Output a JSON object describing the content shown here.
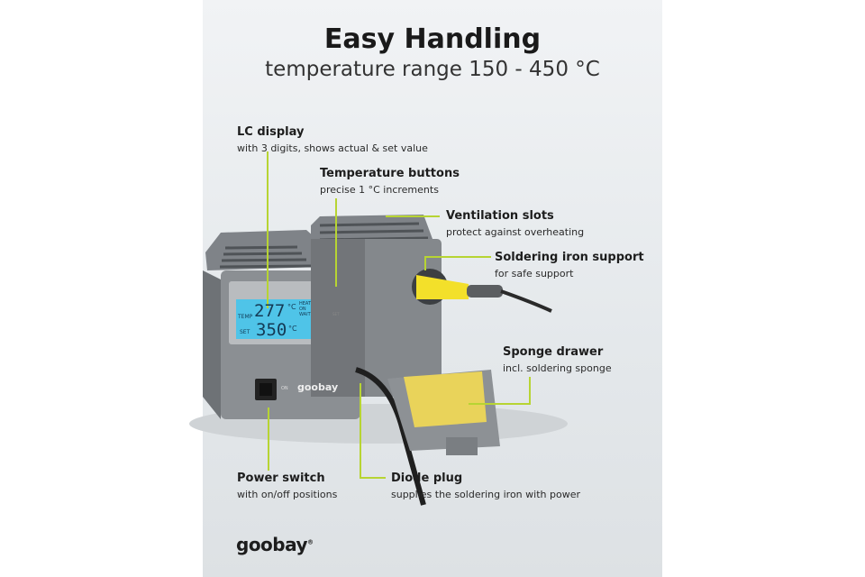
{
  "header": {
    "title": "Easy Handling",
    "subtitle": "temperature range 150 - 450 °C"
  },
  "callouts": [
    {
      "title": "LC display",
      "desc": "with 3 digits, shows actual & set value"
    },
    {
      "title": "Temperature buttons",
      "desc": "precise 1 °C increments"
    },
    {
      "title": "Ventilation slots",
      "desc": "protect against overheating"
    },
    {
      "title": "Soldering iron support",
      "desc": "for safe support"
    },
    {
      "title": "Sponge drawer",
      "desc": "incl. soldering sponge"
    },
    {
      "title": "Power switch",
      "desc": "with on/off positions"
    },
    {
      "title": "Diode plug",
      "desc": "supplies the soldering iron with power"
    }
  ],
  "display": {
    "temp_label": "TEMP",
    "actual": "277",
    "set_label": "SET",
    "set": "350",
    "unit": "°C",
    "heat": "HEAT",
    "on": "ON",
    "wait": "WAIT"
  },
  "device": {
    "brand": "goobay",
    "switch_on": "ON",
    "set_button": "SET"
  },
  "logo": "goobay",
  "colors": {
    "accent": "#b7d433",
    "lcd": "#4fc4e8",
    "iron": "#f3e02a",
    "sponge": "#e9d35a"
  }
}
